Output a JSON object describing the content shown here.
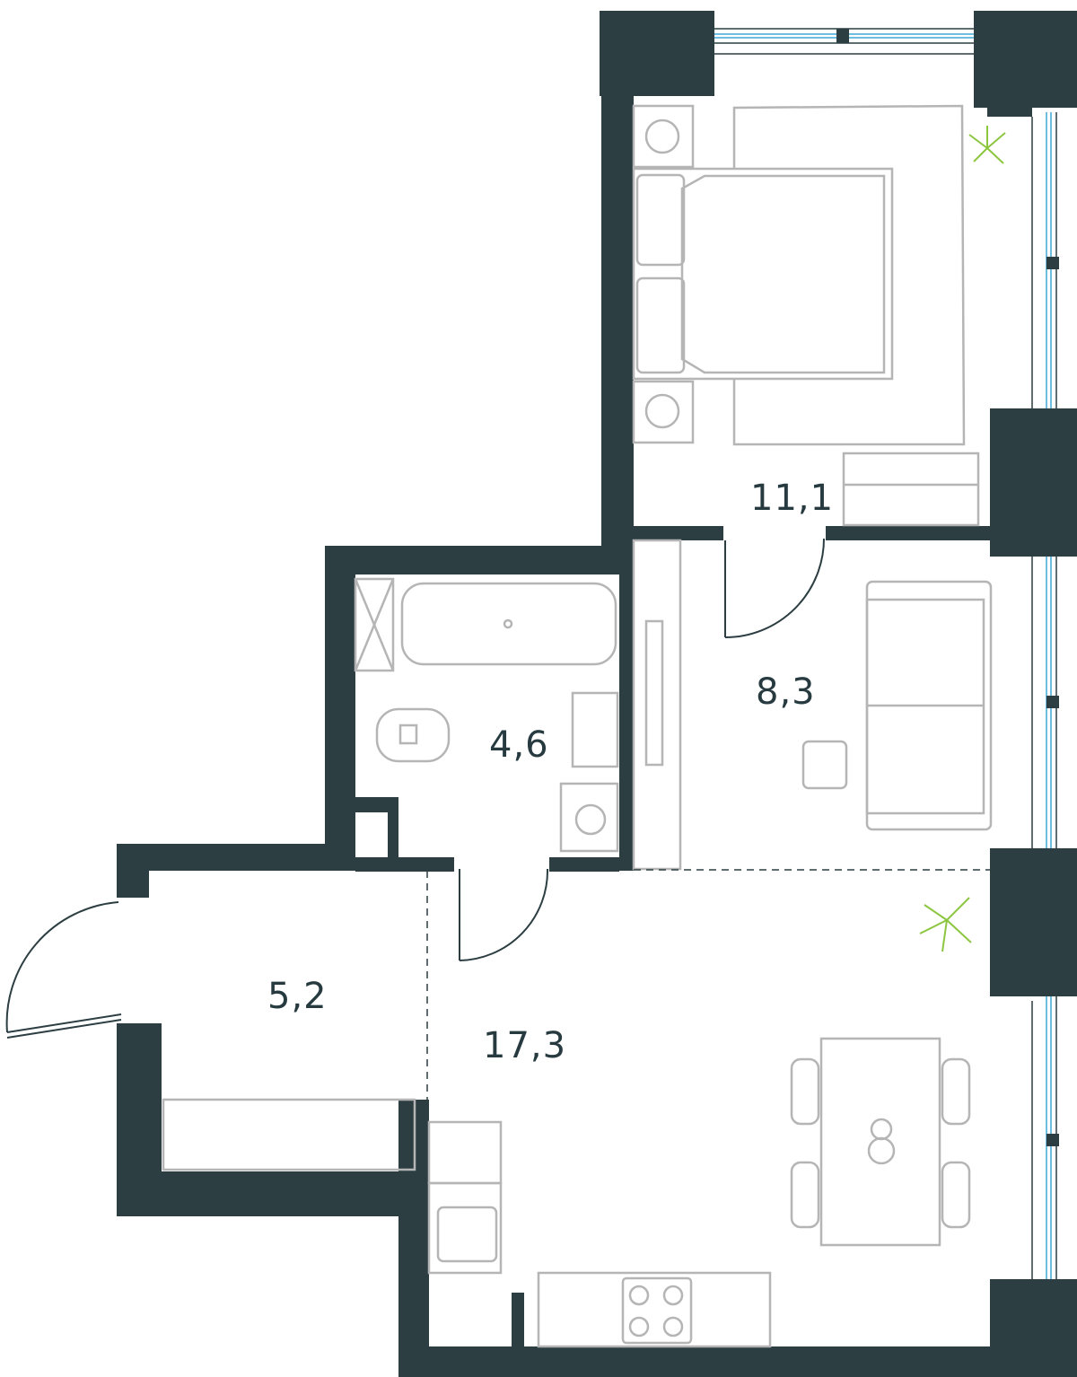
{
  "plan": {
    "rooms": [
      {
        "id": "bedroom",
        "area": "11,1"
      },
      {
        "id": "living",
        "area": "8,3"
      },
      {
        "id": "bathroom",
        "area": "4,6"
      },
      {
        "id": "hall",
        "area": "5,2"
      },
      {
        "id": "kitchen",
        "area": "17,3"
      }
    ]
  },
  "colors": {
    "wall": "#2c3e42",
    "furniture": "#b5b5b5",
    "glass": "#3fa9d8",
    "plant": "#8cc63f",
    "label": "#263a40"
  }
}
